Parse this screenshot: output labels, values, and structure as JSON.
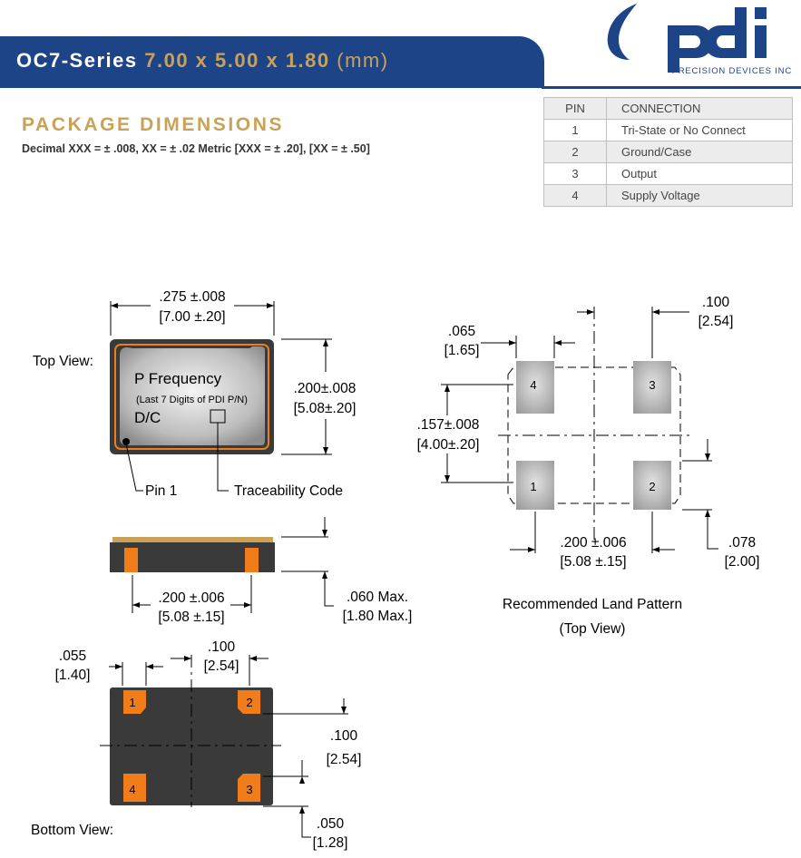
{
  "header": {
    "series": "OC7-Series",
    "dimensions": "7.00 x 5.00 x 1.80",
    "unit": "(mm)"
  },
  "logo": {
    "name": "pdi",
    "subtitle": "PRECISION DEVICES INC"
  },
  "section": {
    "title": "PACKAGE DIMENSIONS",
    "tolerance": "Decimal XXX = ± .008, XX = ± .02   Metric [XXX = ± .20], [XX = ± .50]"
  },
  "pin_table": {
    "headers": [
      "PIN",
      "CONNECTION"
    ],
    "rows": [
      {
        "pin": "1",
        "connection": "Tri-State or No Connect"
      },
      {
        "pin": "2",
        "connection": "Ground/Case"
      },
      {
        "pin": "3",
        "connection": "Output"
      },
      {
        "pin": "4",
        "connection": "Supply Voltage"
      }
    ]
  },
  "top_view": {
    "label": "Top View:",
    "width_dim": ".275 ±.008",
    "width_dim_metric": "[7.00 ±.20]",
    "height_dim": ".200±.008",
    "height_dim_metric": "[5.08±.20]",
    "marking_line1": "P  Frequency",
    "marking_line2": "(Last 7 Digits of PDI P/N)",
    "marking_line3": "D/C",
    "pin1_label": "Pin 1",
    "trace_label": "Traceability Code"
  },
  "side_view": {
    "pitch_dim": ".200 ±.006",
    "pitch_dim_metric": "[5.08 ±.15]",
    "height_dim": ".060 Max.",
    "height_dim_metric": "[1.80 Max.]"
  },
  "bottom_view": {
    "label": "Bottom View:",
    "pad_width": ".055",
    "pad_width_metric": "[1.40]",
    "pad_len": ".100",
    "pad_len_metric": "[2.54]",
    "pad_height": ".100",
    "pad_height_metric": "[2.54]",
    "edge": ".050",
    "edge_metric": "[1.28]",
    "pads": [
      "1",
      "2",
      "3",
      "4"
    ]
  },
  "land_pattern": {
    "title": "Recommended Land Pattern",
    "subtitle": "(Top View)",
    "pad_w": ".065",
    "pad_w_metric": "[1.65]",
    "pad_len": ".100",
    "pad_len_metric": "[2.54]",
    "v_pitch": ".157±.008",
    "v_pitch_metric": "[4.00±.20]",
    "h_pitch": ".200 ±.006",
    "h_pitch_metric": "[5.08 ±.15]",
    "pad_h": ".078",
    "pad_h_metric": "[2.00]",
    "pads": [
      "1",
      "2",
      "3",
      "4"
    ]
  },
  "colors": {
    "brand_blue": "#1e4488",
    "gold": "#c9a257",
    "pad_orange": "#f07d1a",
    "body_dark": "#3a3a3a"
  }
}
